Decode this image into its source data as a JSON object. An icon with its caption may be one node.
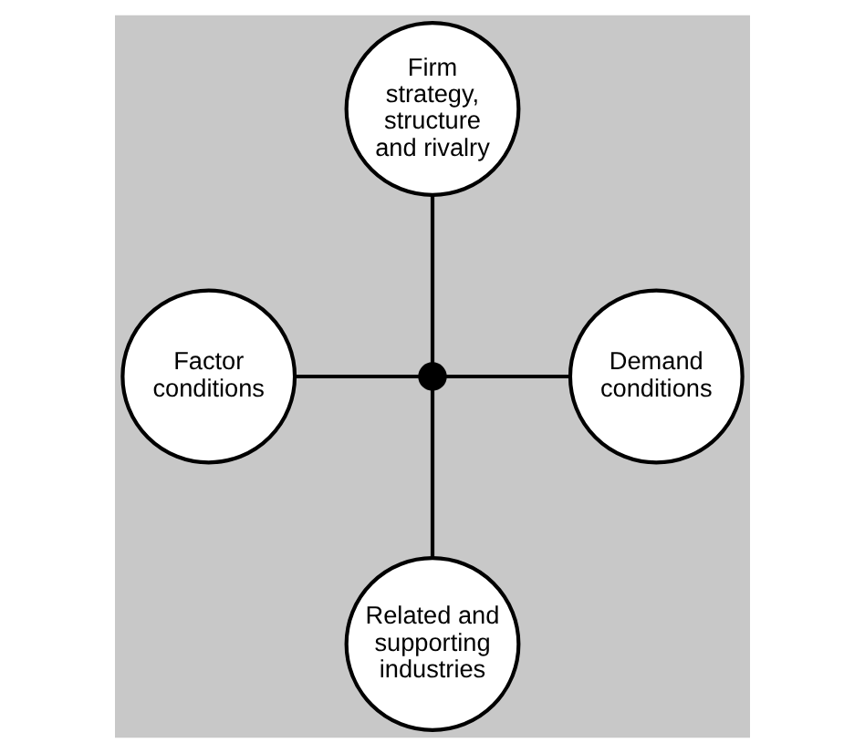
{
  "diagram": {
    "nodes": [
      {
        "text": [
          "Firm strategy, structure and rivalry"
        ]
      },
      {
        "text": [
          "Factor conditions"
        ]
      },
      {
        "text": [],
        "shape": "circle"
      },
      {
        "text": [
          "Demand conditions"
        ]
      },
      {
        "text": [
          "Related and supporting industries"
        ]
      }
    ],
    "edges": [
      {
        "from": 2,
        "to": 0,
        "arrow": "none"
      },
      {
        "from": 1,
        "to": 2,
        "arrow": "none"
      },
      {
        "from": 2,
        "to": 3,
        "arrow": "none"
      },
      {
        "from": 2,
        "to": 4,
        "arrow": "none"
      }
    ]
  }
}
